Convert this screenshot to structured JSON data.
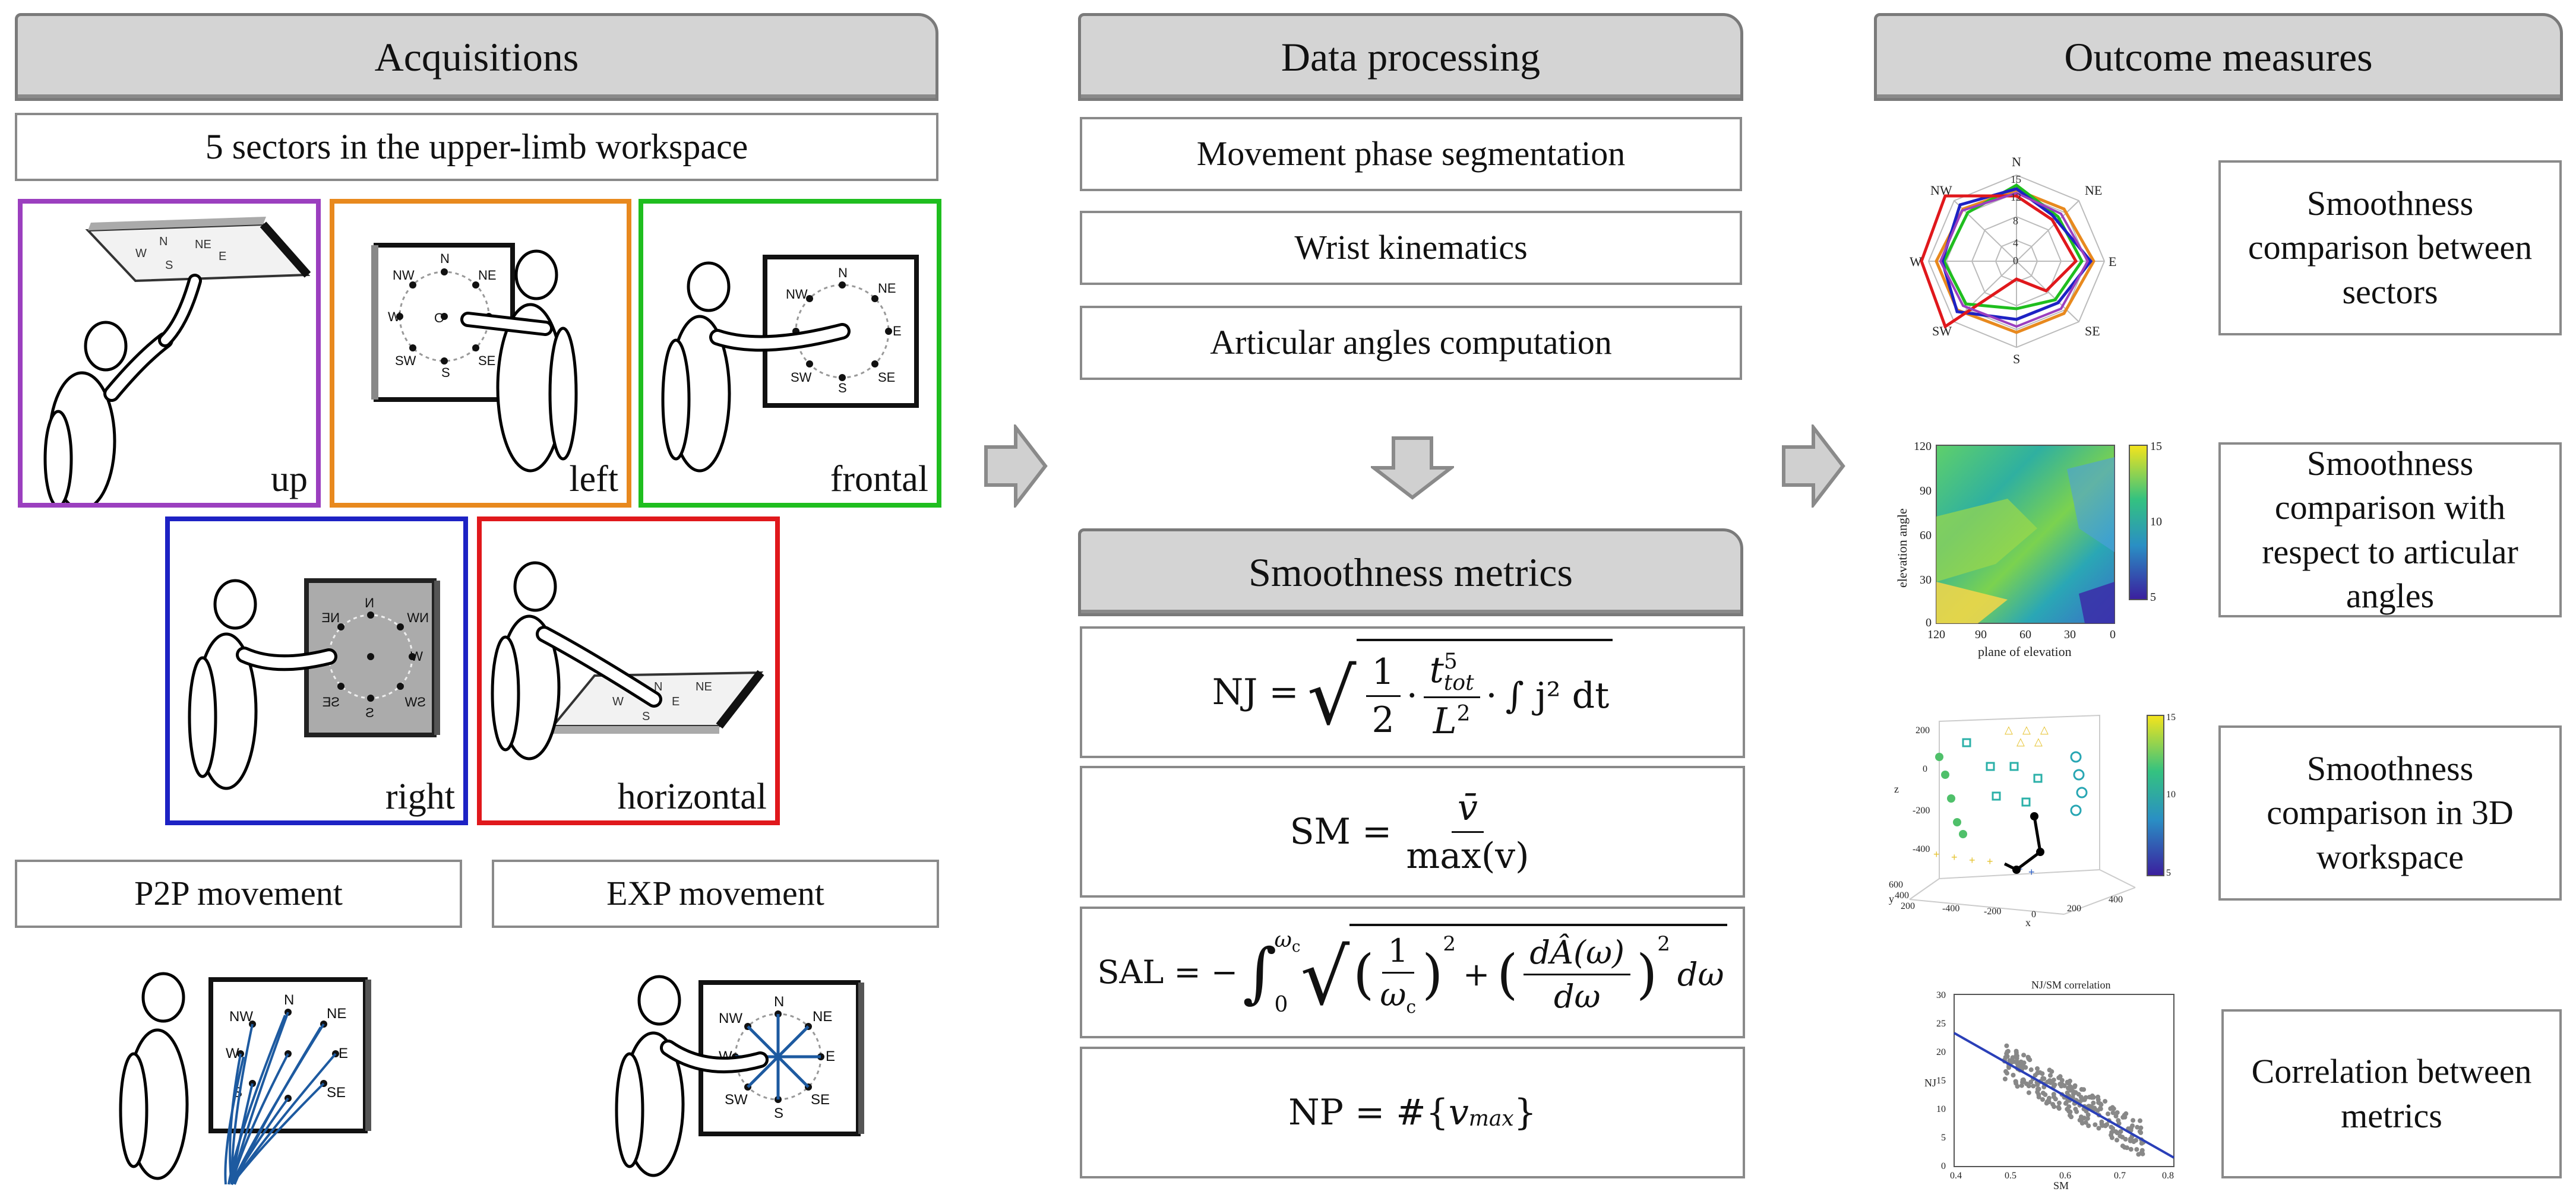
{
  "columns": {
    "acquisitions": {
      "title": "Acquisitions",
      "subtitle": "5 sectors in the upper-limb workspace",
      "sectors": [
        {
          "label": "up",
          "color": "#9b3fbf"
        },
        {
          "label": "left",
          "color": "#e8891e"
        },
        {
          "label": "frontal",
          "color": "#1fbe1f"
        },
        {
          "label": "right",
          "color": "#1d22c4"
        },
        {
          "label": "horizontal",
          "color": "#e0181c"
        }
      ],
      "movements": [
        {
          "label": "P2P movement"
        },
        {
          "label": "EXP movement"
        }
      ],
      "compass": {
        "N": "N",
        "NE": "NE",
        "E": "E",
        "SE": "SE",
        "S": "S",
        "SW": "SW",
        "W": "W",
        "NW": "NW",
        "O": "O"
      }
    },
    "processing": {
      "title": "Data processing",
      "steps": [
        "Movement phase segmentation",
        "Wrist kinematics",
        "Articular angles computation"
      ],
      "metrics_title": "Smoothness metrics",
      "formulas": {
        "nj_lhs": "NJ =",
        "nj_half_num": "1",
        "nj_half_den": "2",
        "nj_t": "t",
        "nj_tsup": "5",
        "nj_tsub": "tot",
        "nj_L": "L",
        "nj_Lsup": "2",
        "nj_int": "∫ j² dt",
        "sm_lhs": "SM =",
        "sm_num": "v̄",
        "sm_den": "max(v)",
        "sal_lhs": "SAL = −",
        "sal_upper": "ω",
        "sal_upper_sub": "c",
        "sal_lower": "0",
        "sal_t1_num": "1",
        "sal_t1_den": "ω",
        "sal_t1_den_sub": "c",
        "sal_t2_num": "dÂ(ω)",
        "sal_t2_den": "dω",
        "sal_sq": "2",
        "sal_plus": "+",
        "sal_dw": "dω",
        "np_lhs": "NP = #{",
        "np_v": "v",
        "np_sub": "max",
        "np_rhs": "}"
      }
    },
    "outcomes": {
      "title": "Outcome measures",
      "items": [
        "Smoothness comparison between sectors",
        "Smoothness comparison with respect to articular angles",
        "Smoothness comparison in 3D workspace",
        "Correlation between metrics"
      ],
      "radar": {
        "directions": [
          "N",
          "NE",
          "E",
          "SE",
          "S",
          "SW",
          "W",
          "NW"
        ],
        "ticks": [
          "15",
          "12",
          "8",
          "4",
          "0"
        ]
      },
      "heatmap": {
        "ylabel": "elevation angle",
        "xlabel": "plane of elevation",
        "yticks": [
          "120",
          "90",
          "60",
          "30",
          "0"
        ],
        "xticks": [
          "120",
          "90",
          "60",
          "30",
          "0"
        ],
        "cbar_ticks": [
          "15",
          "10",
          "5"
        ]
      },
      "scatter3d": {
        "zlabel": "z",
        "xlabel": "x",
        "ylabel": "y",
        "zticks": [
          "200",
          "0",
          "-200",
          "-400"
        ],
        "xticks": [
          "-400",
          "-200",
          "0",
          "200",
          "400"
        ],
        "yticks": [
          "600",
          "400",
          "200"
        ],
        "cbar_ticks": [
          "15",
          "10",
          "5"
        ]
      },
      "correlation": {
        "title": "NJ/SM correlation",
        "ylabel": "NJ",
        "xlabel": "SM",
        "yticks": [
          "30",
          "25",
          "20",
          "15",
          "10",
          "5",
          "0"
        ],
        "xticks": [
          "0.4",
          "0.5",
          "0.6",
          "0.7",
          "0.8"
        ]
      }
    }
  }
}
